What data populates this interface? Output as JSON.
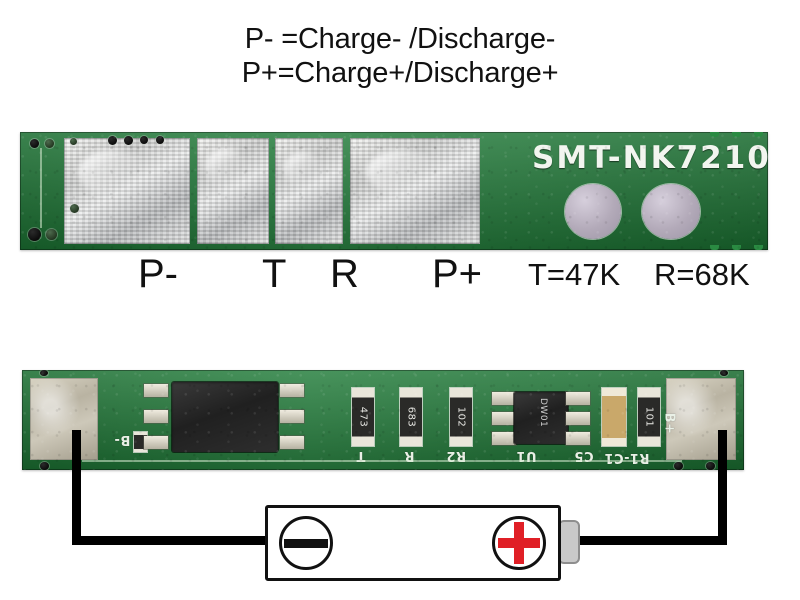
{
  "legend": {
    "line1": "P- =Charge- /Discharge-",
    "line2": "P+=Charge+/Discharge+"
  },
  "top_board": {
    "part_number": "SMT-NK7210",
    "solder_pads": [
      "pad-1",
      "pad-2",
      "pad-3",
      "pad-4"
    ],
    "round_pads": [
      "round-pad-left",
      "round-pad-right"
    ],
    "colors": {
      "pcb_green": "#1d7a36",
      "solder_silver": "#cfd0cf",
      "silkscreen_white": "#f2f5ef",
      "round_pad": "#b3aab9"
    }
  },
  "terminal_labels": {
    "p_minus": "P-",
    "t": "T",
    "r": "R",
    "p_plus": "P+",
    "t_value": "T=47K",
    "r_value": "R=68K"
  },
  "bottom_board": {
    "pad_negative": "B-",
    "pad_positive": "B+",
    "silkscreen": {
      "b_minus": "B-",
      "t": "T",
      "r": "R",
      "r2": "R2",
      "u1": "U1",
      "r1_c1": "R1-C1",
      "b_plus": "B+",
      "c5": "C5"
    },
    "components": [
      {
        "ref": "Q1",
        "code": "",
        "type": "mosfet"
      },
      {
        "ref": "RT",
        "code": "473",
        "type": "resistor"
      },
      {
        "ref": "R",
        "code": "683",
        "type": "resistor"
      },
      {
        "ref": "R2",
        "code": "102",
        "type": "resistor"
      },
      {
        "ref": "U1",
        "code": "DW01",
        "type": "ic"
      },
      {
        "ref": "C1",
        "code": "",
        "type": "capacitor"
      },
      {
        "ref": "R1",
        "code": "101",
        "type": "resistor"
      }
    ]
  },
  "battery": {
    "negative_symbol": "−",
    "positive_symbol": "+",
    "positive_color": "#e01f26",
    "body_color": "#ffffff",
    "nub_color": "#c9c9c9"
  },
  "wires": {
    "negative_wire": "B- to battery negative",
    "positive_wire": "B+ to battery positive",
    "color": "#000000"
  }
}
